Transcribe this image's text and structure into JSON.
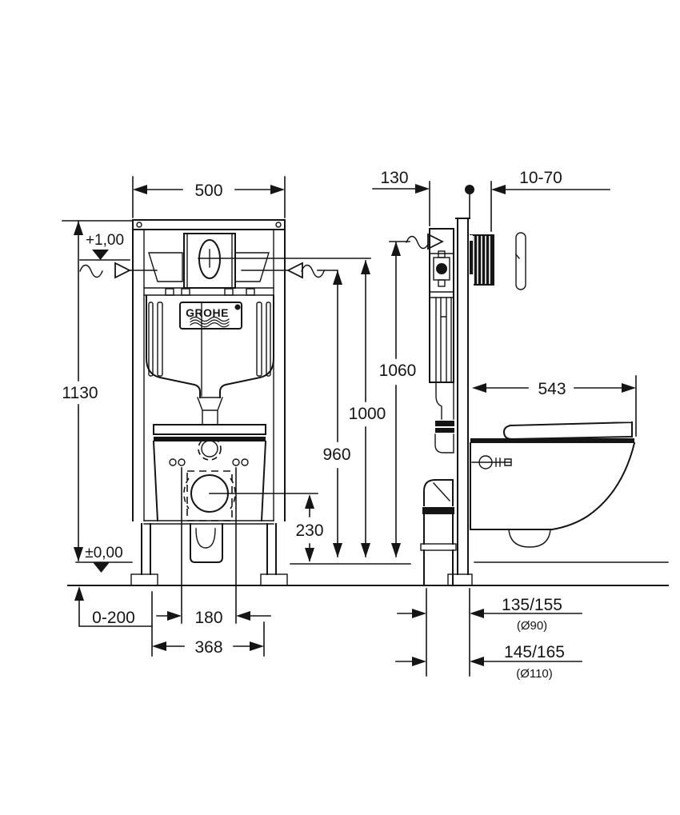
{
  "brand": {
    "logo": "GROHE"
  },
  "front_view": {
    "width": "500",
    "frame_height": "1130",
    "level_plus": "+1,00",
    "level_zero": "±0,00",
    "foot_adjust": "0-200",
    "bolt_spacing": "180",
    "outlet_spacing": "368"
  },
  "side_view": {
    "frame_depth": "130",
    "plate_range": "10-70",
    "height_frame": "1060",
    "height_actuator": "1000",
    "height_supply": "960",
    "height_outlet": "230",
    "bowl_depth": "543",
    "drain_a": "135/155",
    "drain_a_dia": "(Ø90)",
    "drain_b": "145/165",
    "drain_b_dia": "(Ø110)"
  }
}
